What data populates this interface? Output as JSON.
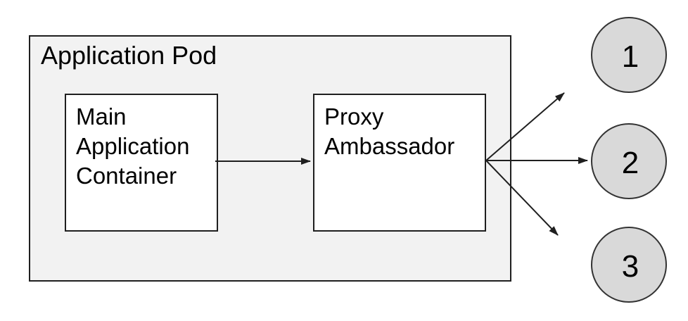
{
  "diagram": {
    "pod": {
      "label": "Application Pod"
    },
    "boxes": [
      {
        "id": "main-application-container",
        "label": "Main\nApplication\nContainer"
      },
      {
        "id": "proxy-ambassador",
        "label": "Proxy\nAmbassador"
      }
    ],
    "nodes": [
      {
        "label": "1"
      },
      {
        "label": "2"
      },
      {
        "label": "3"
      }
    ],
    "connections": [
      {
        "from": "main-application-container",
        "to": "proxy-ambassador"
      },
      {
        "from": "proxy-ambassador",
        "to": "1"
      },
      {
        "from": "proxy-ambassador",
        "to": "2"
      },
      {
        "from": "proxy-ambassador",
        "to": "3"
      }
    ],
    "colors": {
      "background": "#ffffff",
      "pod_fill": "#f2f2f2",
      "box_fill": "#ffffff",
      "node_fill": "#d9d9d9",
      "stroke": "#1f1f1f",
      "text": "#000000"
    }
  }
}
